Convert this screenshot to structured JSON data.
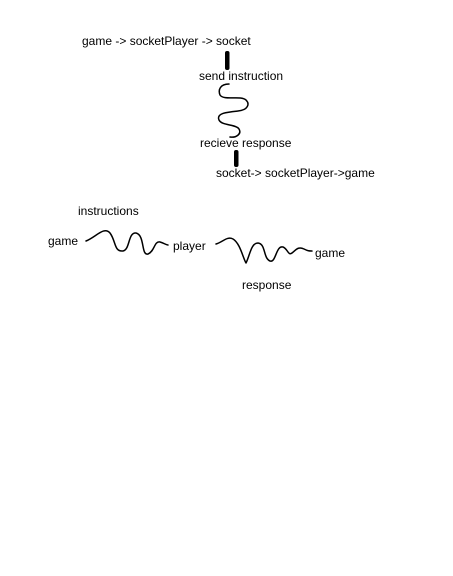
{
  "flow_top": {
    "outgoing": "game -> socketPlayer -> socket",
    "send": "send instruction",
    "receive": "recieve response",
    "incoming": "socket-> socketPlayer->game"
  },
  "flow_bottom": {
    "instructions": "instructions",
    "game_left": "game",
    "player": "player",
    "game_right": "game",
    "response": "response"
  },
  "colors": {
    "ink": "#000000",
    "background": "#ffffff"
  }
}
